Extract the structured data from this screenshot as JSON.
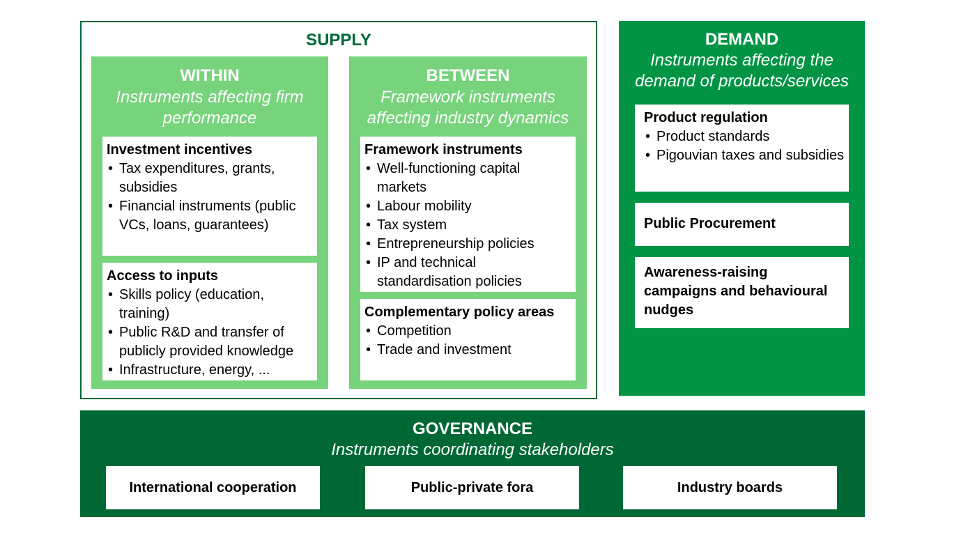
{
  "supply": {
    "title": "SUPPLY",
    "within": {
      "title": "WITHIN",
      "subtitle": "Instruments affecting firm performance",
      "boxes": [
        {
          "heading": "Investment incentives",
          "items": [
            "Tax expenditures, grants, subsidies",
            "Financial instruments (public VCs, loans, guarantees)"
          ]
        },
        {
          "heading": "Access to inputs",
          "items": [
            "Skills policy (education, training)",
            "Public R&D and transfer of publicly provided knowledge",
            "Infrastructure, energy, ..."
          ]
        }
      ]
    },
    "between": {
      "title": "BETWEEN",
      "subtitle": "Framework instruments affecting industry dynamics",
      "boxes": [
        {
          "heading": "Framework instruments",
          "items": [
            "Well-functioning capital markets",
            "Labour mobility",
            "Tax system",
            "Entrepreneurship policies",
            "IP and technical standardisation policies"
          ]
        },
        {
          "heading": "Complementary policy areas",
          "items": [
            "Competition",
            "Trade and investment"
          ]
        }
      ]
    }
  },
  "demand": {
    "title": "DEMAND",
    "subtitle": "Instruments affecting the demand of products/services",
    "boxes": [
      {
        "heading": "Product regulation",
        "items": [
          "Product standards",
          "Pigouvian taxes and subsidies"
        ]
      },
      {
        "heading": "Public Procurement"
      },
      {
        "heading": "Awareness-raising campaigns and behavioural nudges"
      }
    ]
  },
  "governance": {
    "title": "GOVERNANCE",
    "subtitle": "Instruments coordinating stakeholders",
    "boxes": [
      "International cooperation",
      "Public-private fora",
      "Industry boards"
    ]
  },
  "colors": {
    "dark": "#006835",
    "light": "#77d37c",
    "demand": "#009444"
  }
}
